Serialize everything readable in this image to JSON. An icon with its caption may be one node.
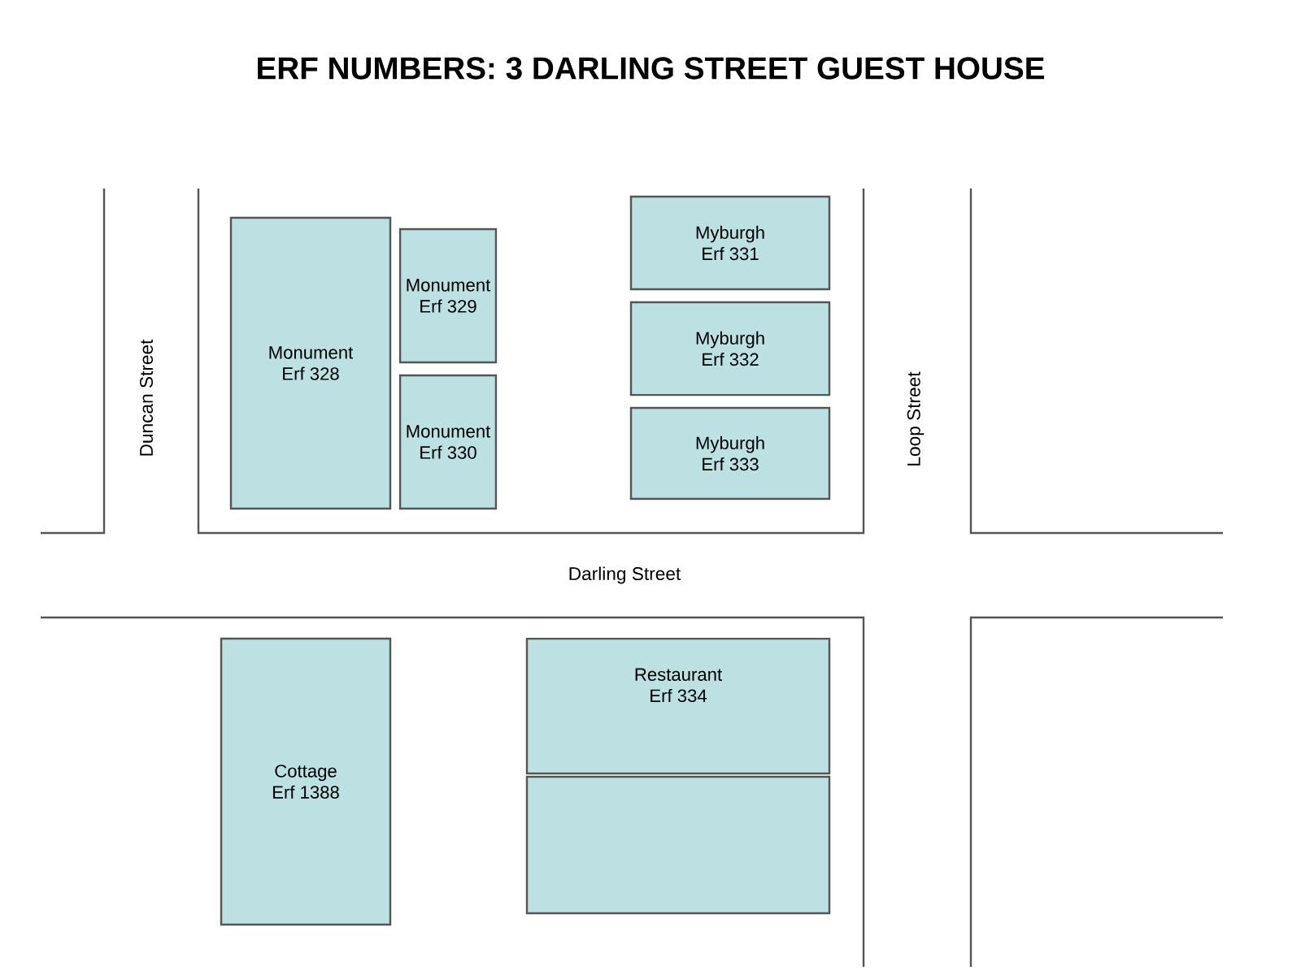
{
  "diagram": {
    "title": "ERF NUMBERS: 3 DARLING STREET GUEST HOUSE",
    "nodes": [
      {
        "text": [
          "Monument",
          "Erf 328"
        ]
      },
      {
        "text": [
          "Monument",
          "Erf 329"
        ]
      },
      {
        "text": [
          "Monument",
          "Erf 330"
        ]
      },
      {
        "text": [
          "Myburgh",
          "Erf 331"
        ]
      },
      {
        "text": [
          "Myburgh",
          "Erf 332"
        ]
      },
      {
        "text": [
          "Myburgh",
          "Erf 333"
        ]
      },
      {
        "text": [
          "Cottage",
          "Erf 1388"
        ]
      },
      {
        "text": [
          "Restaurant",
          "Erf 334"
        ]
      },
      {
        "text": [],
        "shape": "box"
      }
    ],
    "labels": [
      "Duncan Street",
      "Loop Street",
      "Darling Street"
    ]
  }
}
